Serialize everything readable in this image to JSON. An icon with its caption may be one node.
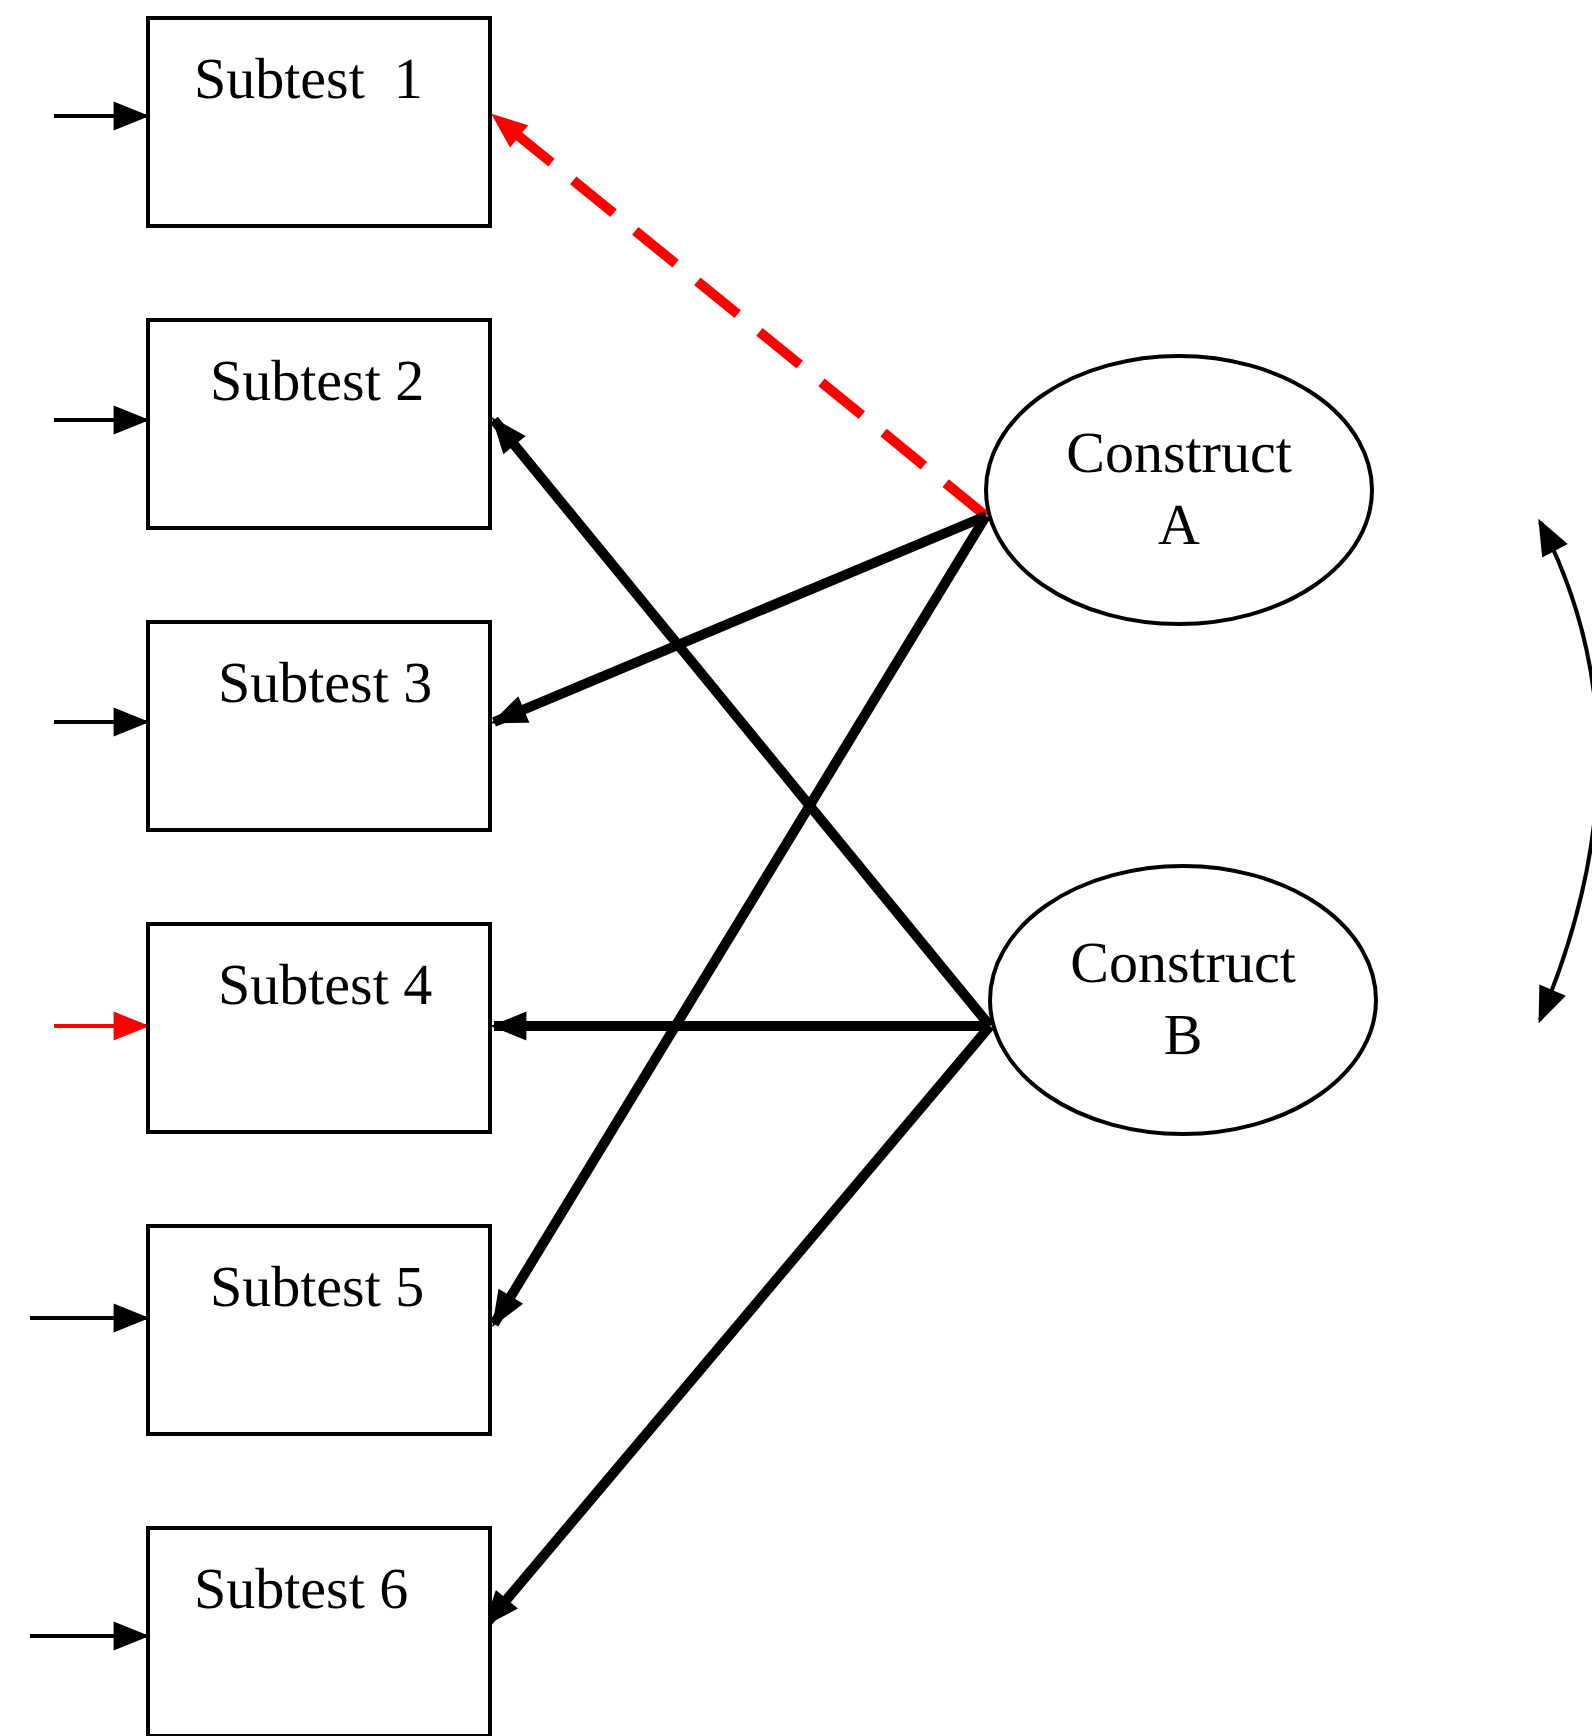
{
  "diagram": {
    "nodes": [
      {
        "text": [
          "Subtest  1"
        ]
      },
      {
        "text": [
          "Subtest 2"
        ]
      },
      {
        "text": [
          "Subtest 3"
        ]
      },
      {
        "text": [
          "Subtest 4"
        ]
      },
      {
        "text": [
          "Subtest 5"
        ]
      },
      {
        "text": [
          "Subtest 6"
        ]
      },
      {
        "text": [
          "Construct A"
        ]
      },
      {
        "text": [
          "Construct B"
        ]
      }
    ],
    "edges": [
      {
        "from": 6,
        "to": 0,
        "arrow": "to",
        "style": "dashed",
        "color": "#ff0000"
      },
      {
        "from": 7,
        "to": 1,
        "arrow": "to",
        "style": "thick"
      },
      {
        "from": 6,
        "to": 2,
        "arrow": "to",
        "style": "thick"
      },
      {
        "from": 7,
        "to": 3,
        "arrow": "to",
        "style": "thick"
      },
      {
        "from": 6,
        "to": 4,
        "arrow": "to",
        "style": "thick"
      },
      {
        "from": 7,
        "to": 5,
        "arrow": "to",
        "style": "thick"
      },
      {
        "from": null,
        "to": 0,
        "arrow": "to"
      },
      {
        "from": null,
        "to": 1,
        "arrow": "to"
      },
      {
        "from": null,
        "to": 2,
        "arrow": "to"
      },
      {
        "from": null,
        "to": 3,
        "arrow": "to",
        "color": "#ff0000"
      },
      {
        "from": null,
        "to": 4,
        "arrow": "to"
      },
      {
        "from": null,
        "to": 5,
        "arrow": "to"
      },
      {
        "from": 6,
        "to": 7,
        "arrow": "both"
      }
    ]
  }
}
